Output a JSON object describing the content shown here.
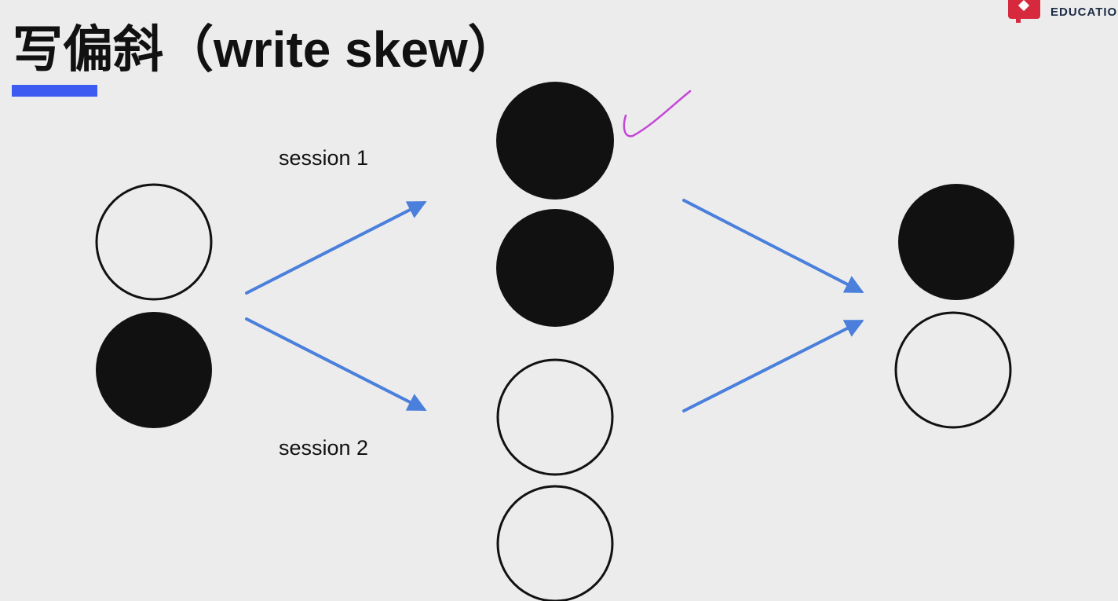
{
  "slide": {
    "title": "写偏斜（write skew）",
    "session_labels": [
      "session 1",
      "session 2"
    ],
    "brand_text": "EDUCATIO",
    "accent_color": "#3d5af1",
    "brand_color": "#d6293e",
    "arrow_color": "#4a7fdc",
    "checkmark_color": "#c545d8",
    "filled_circle_color": "#111111",
    "outline_circle_color": "#111111"
  },
  "diagram": {
    "groups": [
      {
        "name": "initial-state",
        "circles": [
          "outline",
          "filled"
        ]
      },
      {
        "name": "session-states",
        "circles": [
          "filled",
          "filled",
          "outline",
          "outline"
        ]
      },
      {
        "name": "final-state",
        "circles": [
          "filled",
          "outline"
        ]
      }
    ],
    "arrows": [
      {
        "from": "initial-state",
        "to": "session-states",
        "label": "session 1"
      },
      {
        "from": "initial-state",
        "to": "session-states",
        "label": "session 2"
      },
      {
        "from": "session-states",
        "to": "final-state",
        "label": ""
      },
      {
        "from": "session-states",
        "to": "final-state",
        "label": ""
      }
    ],
    "annotation": "checkmark-icon"
  }
}
